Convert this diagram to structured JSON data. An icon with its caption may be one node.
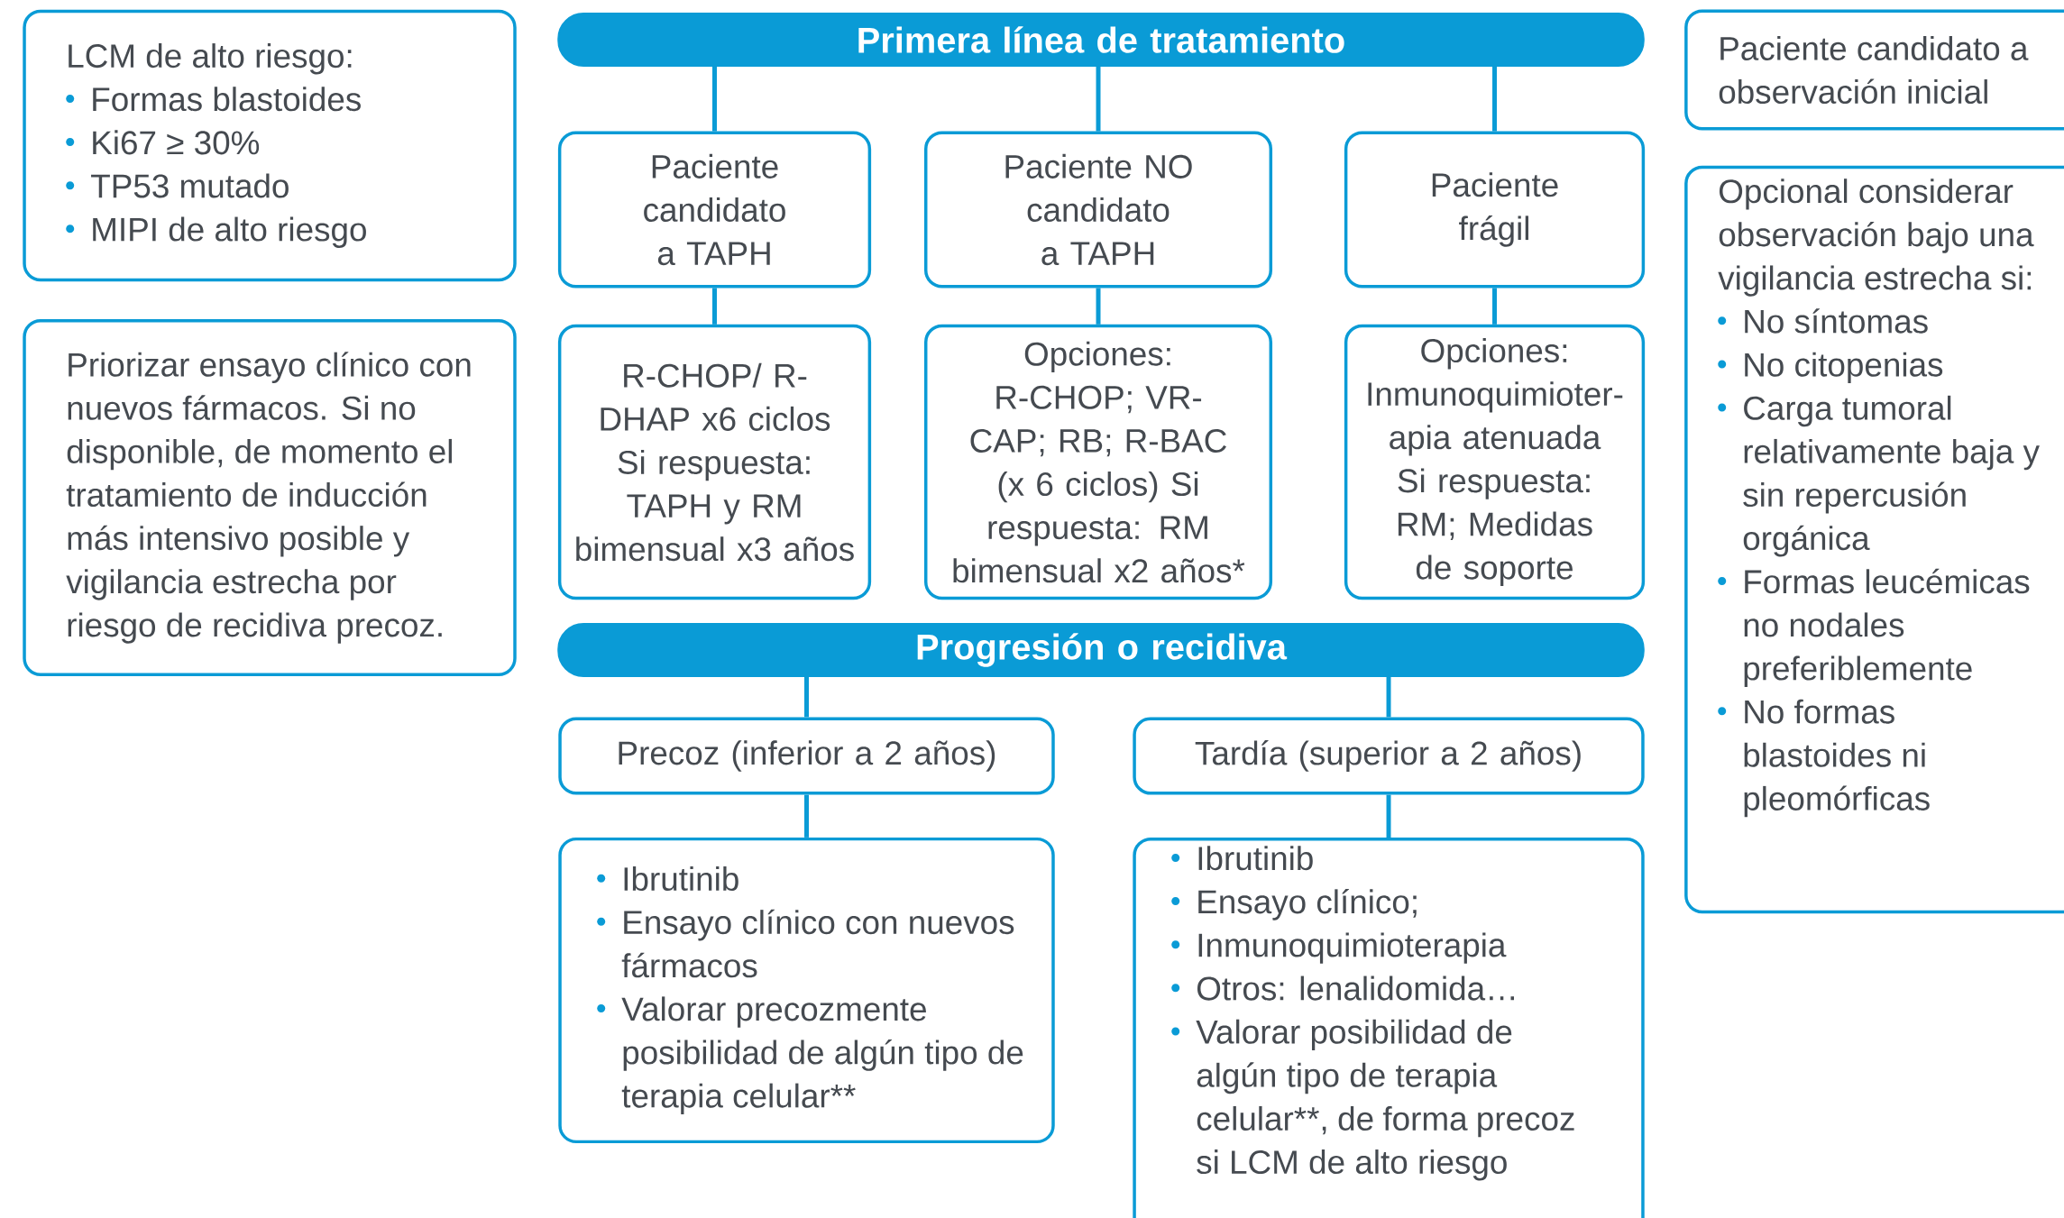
{
  "diagram": {
    "nodes": [
      {
        "text": [
          "LCM de alto riesgo:",
          "Formas blastoides",
          "Ki67 ≥ 30%",
          "TP53 mutado",
          "MIPI de alto riesgo"
        ]
      },
      {
        "text": [
          "Priorizar ensayo clínico con nuevos fármacos. Si no disponible, de momento el tratamiento de inducción más intensivo posible y vigilancia estrecha por riesgo de recidiva precoz."
        ]
      },
      {
        "text": [
          "Primera línea de tratamiento"
        ]
      },
      {
        "text": [
          "Paciente candidato a TAPH"
        ]
      },
      {
        "text": [
          "Paciente NO candidato a TAPH"
        ]
      },
      {
        "text": [
          "Paciente frágil"
        ]
      },
      {
        "text": [
          "R-CHOP/ R-DHAP x6 ciclos",
          "Si respuesta: TAPH y RM bimensual x3 años"
        ]
      },
      {
        "text": [
          "Opciones:",
          "R-CHOP; VR-CAP; RB; R-BAC (x 6 ciclos) Si respuesta: RM bimensual x2 años*"
        ]
      },
      {
        "text": [
          "Opciones:",
          "Inmunoquimioter-apia atenuada",
          "Si respuesta: RM; Medidas de soporte"
        ]
      },
      {
        "text": [
          "Progresión o recidiva"
        ]
      },
      {
        "text": [
          "Precoz (inferior a 2 años)"
        ]
      },
      {
        "text": [
          "Tardía (superior a 2 años)"
        ]
      },
      {
        "text": [
          "Ibrutinib",
          "Ensayo clínico con nuevos fármacos",
          "Valorar precozmente posibilidad de algún tipo de terapia celular**"
        ]
      },
      {
        "text": [
          "Ibrutinib",
          "Ensayo clínico;",
          "Inmunoquimioterapia",
          "Otros: lenalidomida…",
          "Valorar posibilidad de algún tipo de terapia celular**, de forma precoz si LCM de alto riesgo"
        ]
      },
      {
        "text": [
          "Paciente candidato a observación inicial"
        ]
      },
      {
        "text": [
          "Opcional considerar observación bajo una vigilancia estrecha si:",
          "No síntomas",
          "No citopenias",
          "Carga tumoral relativamente baja y sin repercusión orgánica",
          "Formas leucémicas no nodales preferiblemente",
          "No formas blastoides ni pleomórficas"
        ]
      }
    ],
    "edges": [
      {
        "from": 2,
        "to": 3,
        "arrow": "none"
      },
      {
        "from": 2,
        "to": 4,
        "arrow": "none"
      },
      {
        "from": 2,
        "to": 5,
        "arrow": "none"
      },
      {
        "from": 3,
        "to": 6,
        "arrow": "none"
      },
      {
        "from": 4,
        "to": 7,
        "arrow": "none"
      },
      {
        "from": 5,
        "to": 8,
        "arrow": "none"
      },
      {
        "from": 9,
        "to": 10,
        "arrow": "none"
      },
      {
        "from": 9,
        "to": 11,
        "arrow": "none"
      },
      {
        "from": 10,
        "to": 12,
        "arrow": "none"
      },
      {
        "from": 11,
        "to": 13,
        "arrow": "none"
      }
    ]
  }
}
